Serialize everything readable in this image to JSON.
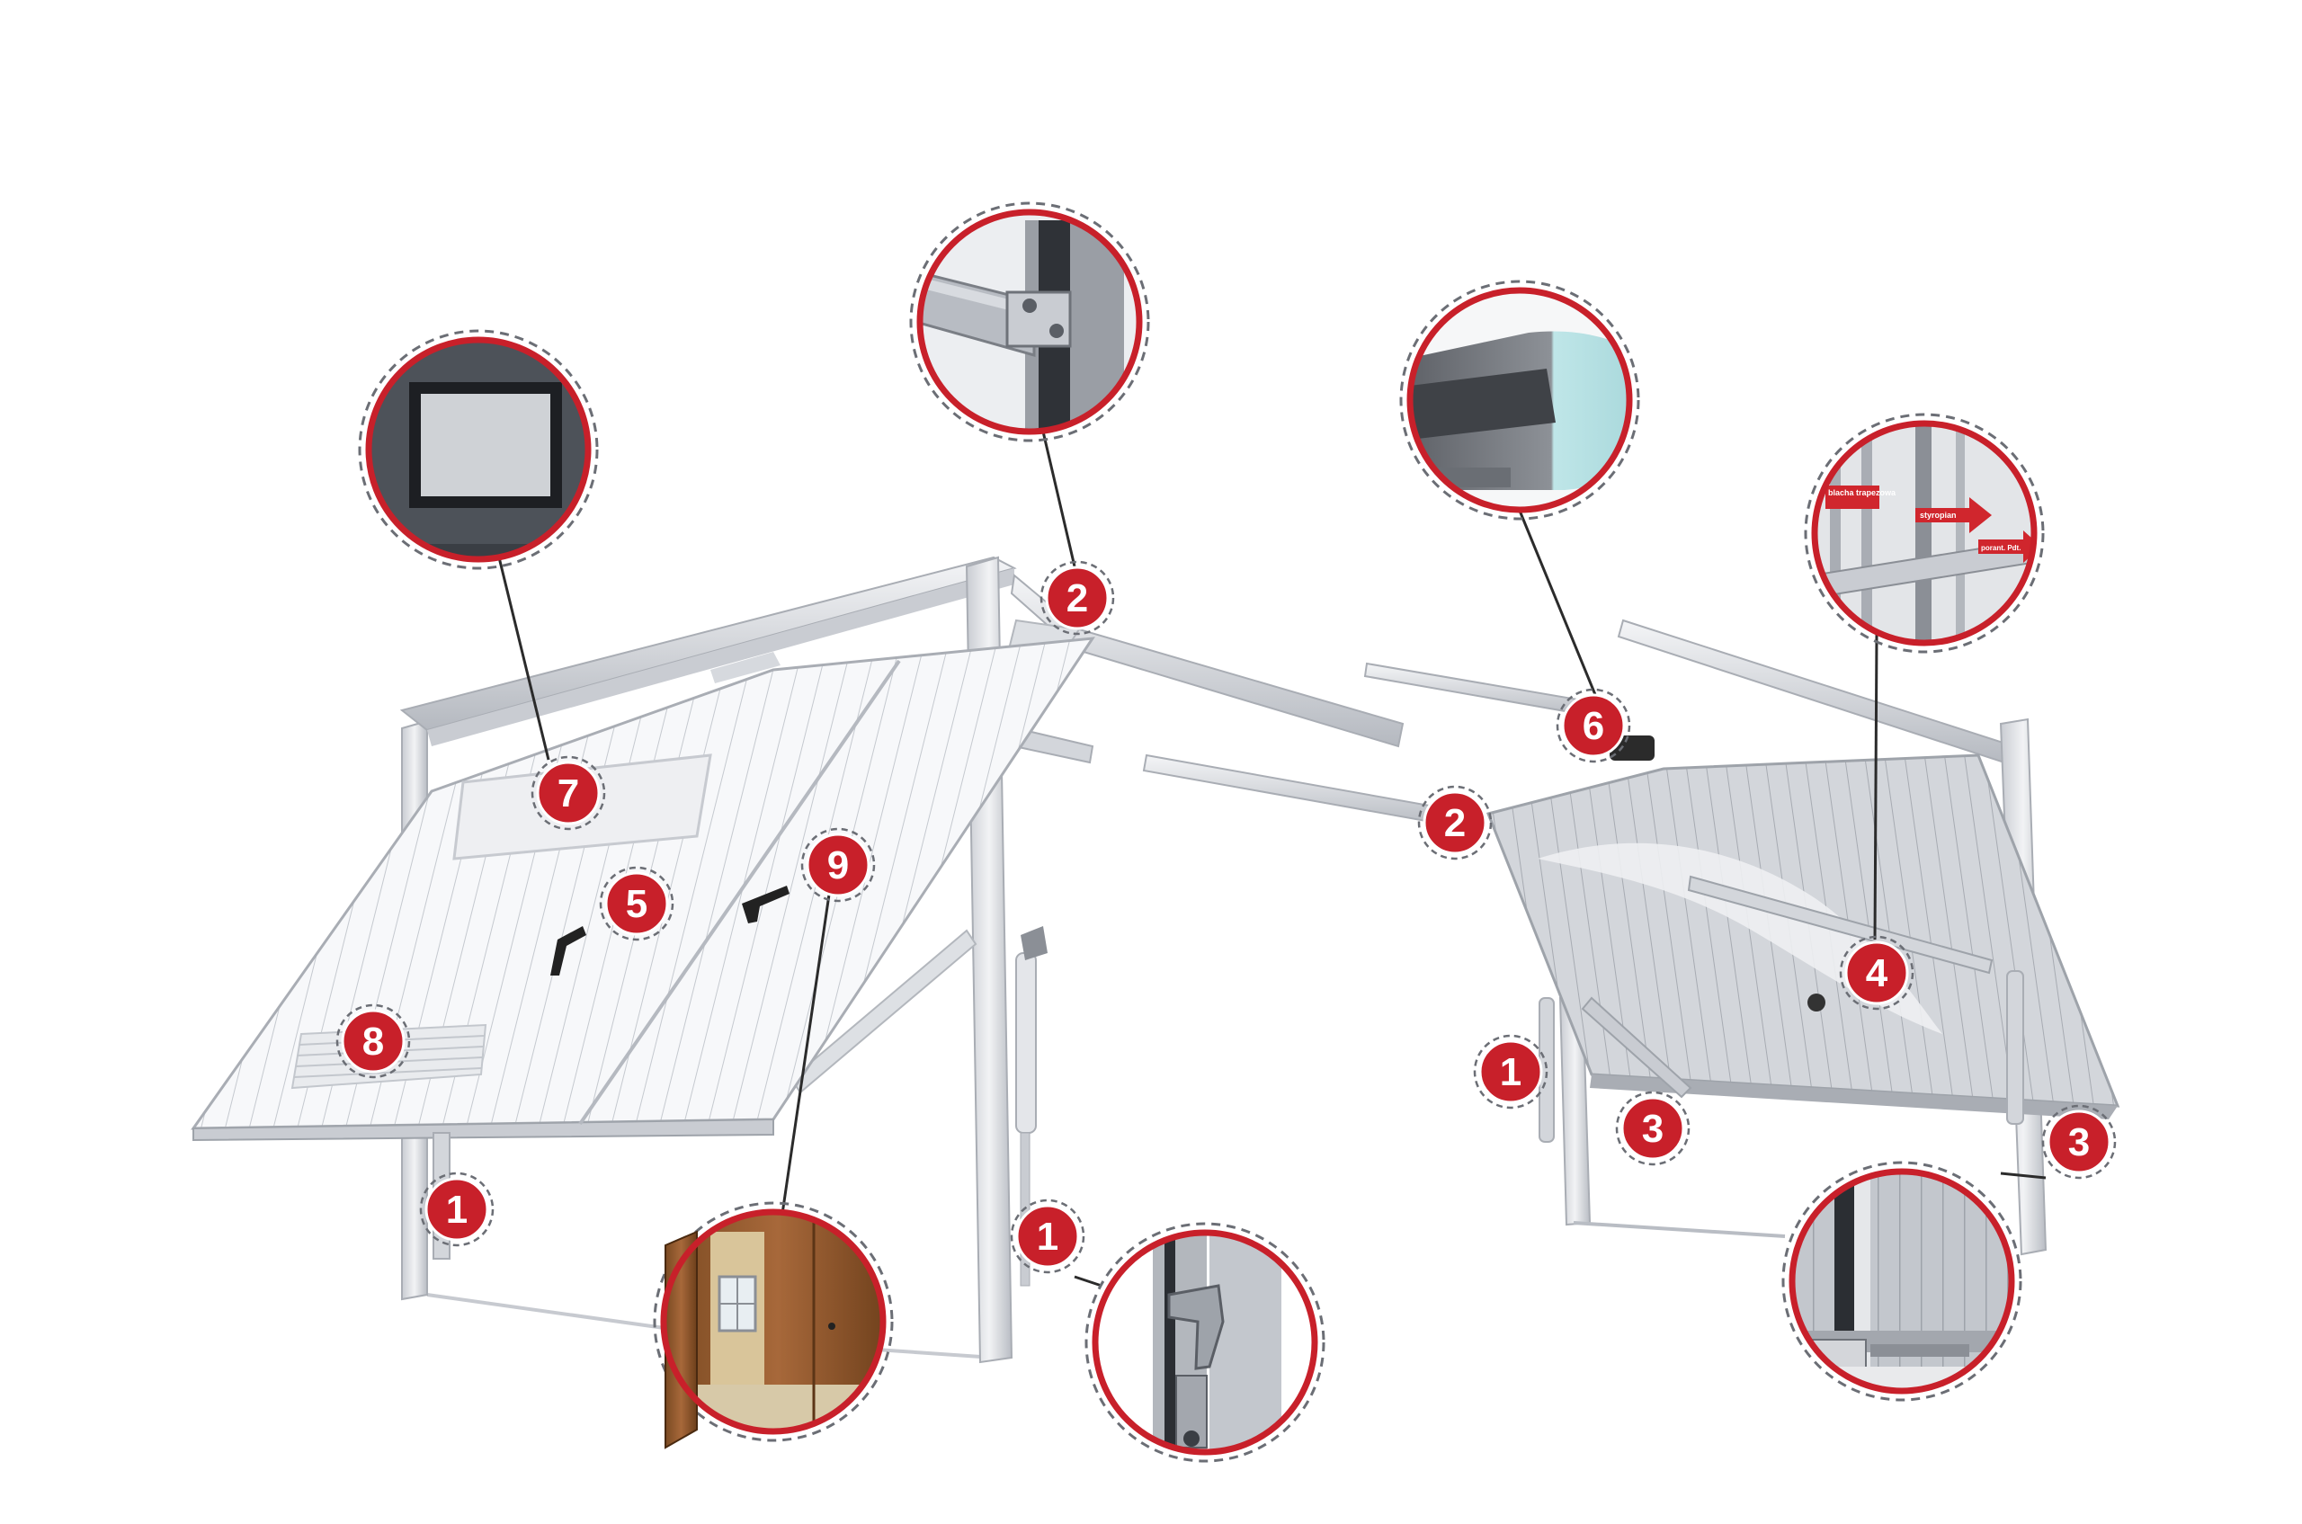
{
  "colors": {
    "badge_red": "#c8202a",
    "callout_ring": "#c8202a",
    "frame": "#e4e6ea",
    "frame_edge": "#a9adb4",
    "panel_white": "#f4f5f7",
    "panel_grey": "#c9ccd1",
    "leader": "#2b2b2b"
  },
  "badges": [
    {
      "id": "b1a",
      "label": "1"
    },
    {
      "id": "b1b",
      "label": "1"
    },
    {
      "id": "b1c",
      "label": "1"
    },
    {
      "id": "b2a",
      "label": "2"
    },
    {
      "id": "b2b",
      "label": "2"
    },
    {
      "id": "b3a",
      "label": "3"
    },
    {
      "id": "b3b",
      "label": "3"
    },
    {
      "id": "b4",
      "label": "4"
    },
    {
      "id": "b5",
      "label": "5"
    },
    {
      "id": "b6",
      "label": "6"
    },
    {
      "id": "b7",
      "label": "7"
    },
    {
      "id": "b8",
      "label": "8"
    },
    {
      "id": "b9",
      "label": "9"
    }
  ],
  "detail_4_labels": {
    "top_left": "blacha trapezowa",
    "middle": "styropian",
    "right": "porant. Pdt."
  },
  "icons": {
    "window_detail": "window-insert-icon",
    "bracket_detail": "frame-bracket-icon",
    "opener_detail": "door-opener-motor-icon",
    "insulation_detail": "insulation-layers-icon",
    "corner_detail": "lower-corner-icon",
    "hinge_detail": "spring-hinge-icon",
    "wicket_detail": "wicket-door-icon"
  }
}
